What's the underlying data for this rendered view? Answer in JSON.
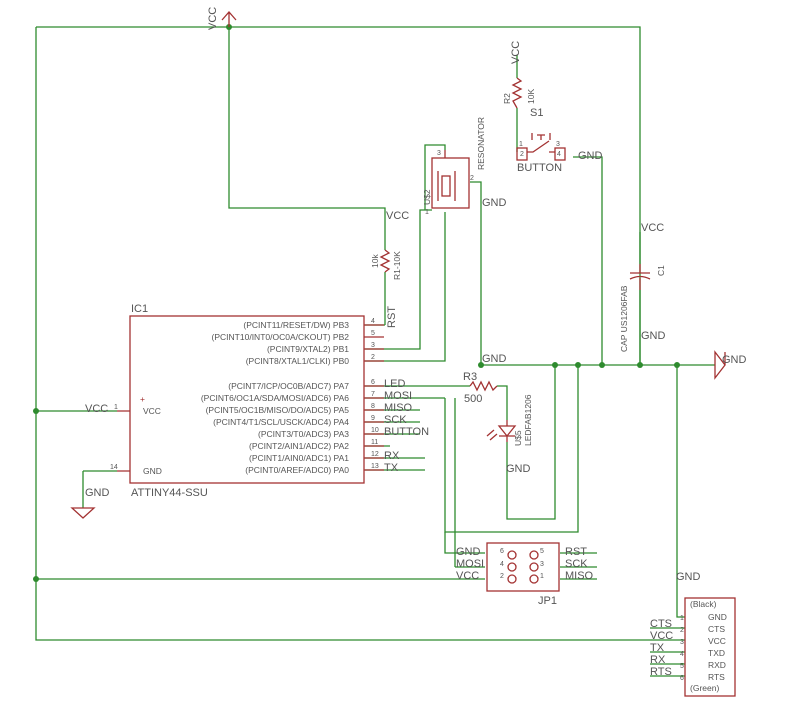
{
  "nets": {
    "vcc": "VCC",
    "gnd": "GND",
    "rst": "RST",
    "mosi": "MOSI",
    "miso": "MISO",
    "sck": "SCK",
    "led": "LED",
    "button": "BUTTON",
    "rx": "RX",
    "tx": "TX",
    "cts": "CTS",
    "rts": "RTS"
  },
  "ic1": {
    "name": "IC1",
    "value": "ATTINY44-SSU",
    "vcc_pin_label": "VCC",
    "gnd_pin_label": "GND",
    "pins": [
      {
        "label": "(PCINT11/RESET/DW) PB3",
        "num": "4"
      },
      {
        "label": "(PCINT10/INT0/OC0A/CKOUT) PB2",
        "num": "5"
      },
      {
        "label": "(PCINT9/XTAL2) PB1",
        "num": "3"
      },
      {
        "label": "(PCINT8/XTAL1/CLKI) PB0",
        "num": "2"
      },
      {
        "label": "(PCINT7/ICP/OC0B/ADC7) PA7",
        "num": "6"
      },
      {
        "label": "(PCINT6/OC1A/SDA/MOSI/ADC6) PA6",
        "num": "7"
      },
      {
        "label": "(PCINT5/OC1B/MISO/DO/ADC5) PA5",
        "num": "8"
      },
      {
        "label": "(PCINT4/T1/SCL/USCK/ADC4) PA4",
        "num": "9"
      },
      {
        "label": "(PCINT3/T0/ADC3) PA3",
        "num": "10"
      },
      {
        "label": "(PCINT2/AIN1/ADC2) PA2",
        "num": "11"
      },
      {
        "label": "(PCINT1/AIN0/ADC1) PA1",
        "num": "12"
      },
      {
        "label": "(PCINT0/AREF/ADC0) PA0",
        "num": "13"
      }
    ],
    "vcc_pin_num": "1",
    "gnd_pin_num": "14"
  },
  "r1": {
    "name": "R1-10K",
    "value": "10k"
  },
  "r2": {
    "name": "R2",
    "value": "10K"
  },
  "r3": {
    "name": "R3",
    "value": "500"
  },
  "s1": {
    "name": "S1",
    "value": "BUTTON",
    "pins": [
      "1",
      "2",
      "3",
      "4"
    ]
  },
  "resonator": {
    "name": "U$2",
    "value": "RESONATOR",
    "pins": [
      "1",
      "2",
      "3"
    ]
  },
  "c1": {
    "name": "C1",
    "value": "CAP US1206FAB"
  },
  "led": {
    "name": "U$5",
    "value": "LEDFAB1206"
  },
  "jp1": {
    "name": "JP1",
    "pins": [
      "6",
      "5",
      "4",
      "3",
      "2",
      "1"
    ]
  },
  "ftdi": {
    "top": "(Black)",
    "bottom": "(Green)",
    "pins": [
      {
        "num": "1",
        "label": "GND"
      },
      {
        "num": "2",
        "label": "CTS"
      },
      {
        "num": "3",
        "label": "VCC"
      },
      {
        "num": "4",
        "label": "TXD"
      },
      {
        "num": "5",
        "label": "RXD"
      },
      {
        "num": "6",
        "label": "RTS"
      }
    ]
  }
}
